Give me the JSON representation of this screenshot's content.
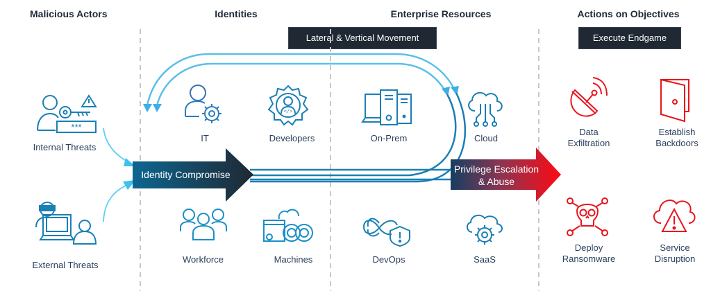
{
  "columns": {
    "malicious_actors": "Malicious Actors",
    "identities": "Identities",
    "enterprise_resources": "Enterprise Resources",
    "actions_on_objectives": "Actions on Objectives"
  },
  "tags": {
    "lateral_vertical": "Lateral & Vertical Movement",
    "execute_endgame": "Execute Endgame"
  },
  "actors": [
    {
      "label": "Internal Threats",
      "icon": "user-key-password-warning-icon"
    },
    {
      "label": "External Threats",
      "icon": "hacker-laptop-user-icon"
    }
  ],
  "identities": [
    {
      "label": "IT",
      "icon": "user-gear-icon"
    },
    {
      "label": "Developers",
      "icon": "gear-developer-icon"
    },
    {
      "label": "Workforce",
      "icon": "group-users-icon"
    },
    {
      "label": "Machines",
      "icon": "cloud-machines-icon"
    }
  ],
  "resources": [
    {
      "label": "On-Prem",
      "icon": "servers-laptop-icon"
    },
    {
      "label": "Cloud",
      "icon": "cloud-circuit-icon"
    },
    {
      "label": "DevOps",
      "icon": "infinity-shield-icon"
    },
    {
      "label": "SaaS",
      "icon": "cloud-gear-icon"
    }
  ],
  "objectives": [
    {
      "label_1": "Data",
      "label_2": "Exfiltration",
      "icon": "satellite-dish-icon"
    },
    {
      "label_1": "Establish",
      "label_2": "Backdoors",
      "icon": "open-door-icon"
    },
    {
      "label_1": "Deploy",
      "label_2": "Ransomware",
      "icon": "skull-crossbones-icon"
    },
    {
      "label_1": "Service",
      "label_2": "Disruption",
      "icon": "cloud-warning-icon"
    }
  ],
  "flow": {
    "identity_compromise": "Identity Compromise",
    "privilege_escalation_1": "Privilege Escalation",
    "privilege_escalation_2": "& Abuse"
  },
  "colors": {
    "icon_blue": "#1a7fb5",
    "arc_light_blue": "#5bbfe8",
    "dark_navy": "#1f2833",
    "threat_red": "#e8141c",
    "text_navy": "#2a3f5c"
  }
}
